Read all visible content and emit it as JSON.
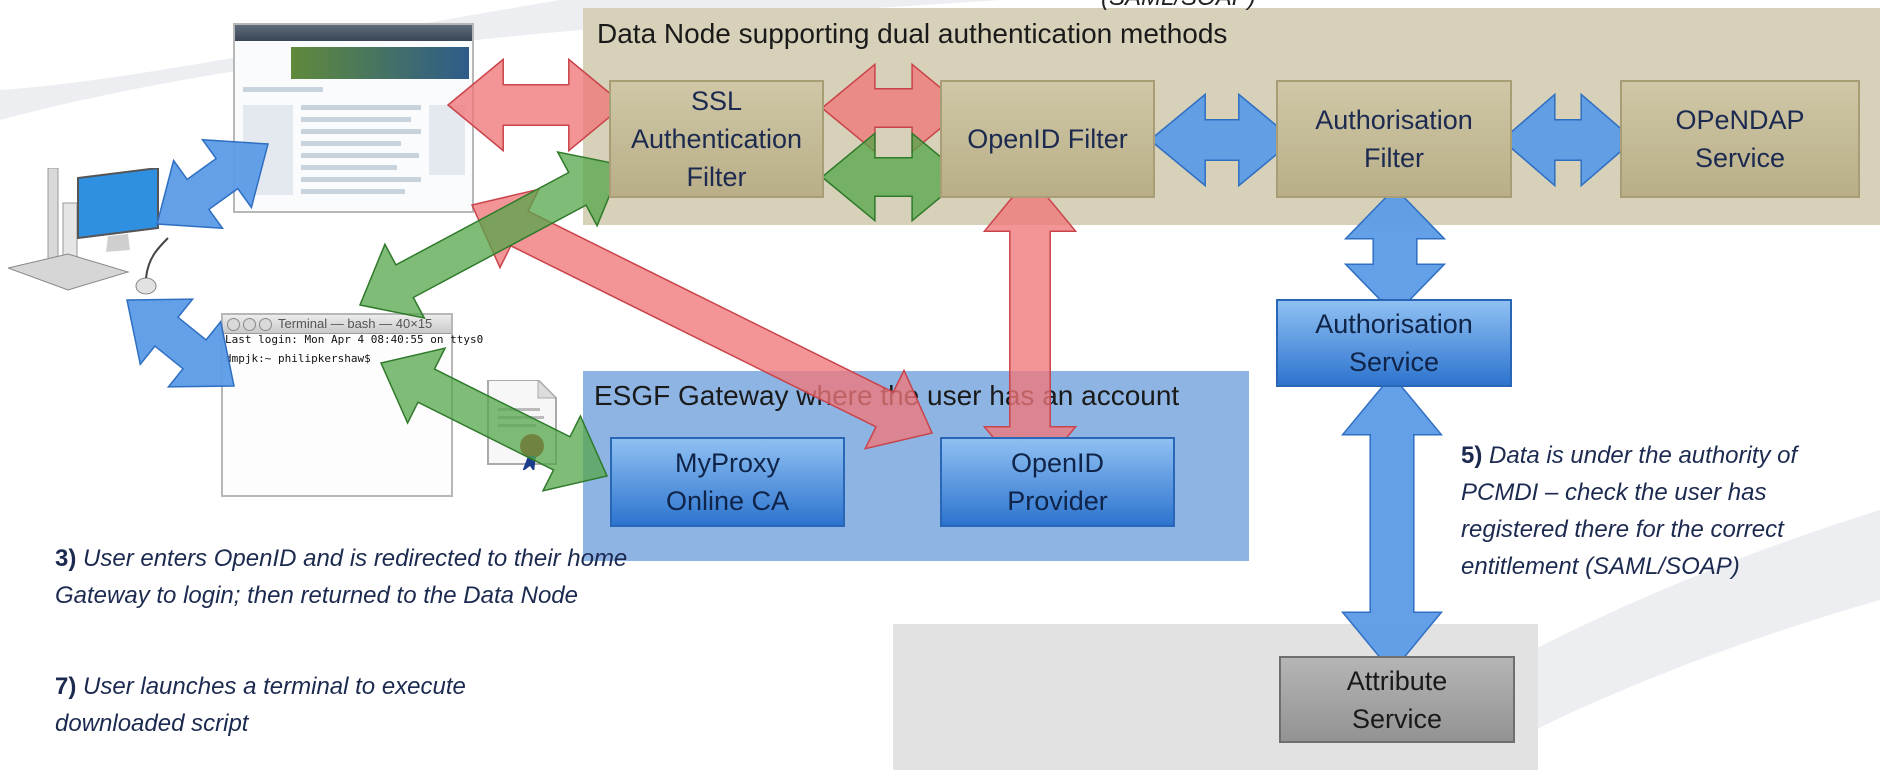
{
  "panels": {
    "data_node_title": "Data Node supporting dual authentication methods",
    "esgf_title": "ESGF Gateway where the user has an account",
    "top_cut_text": "(SAML/SOAP)"
  },
  "boxes": {
    "ssl_filter": [
      "SSL",
      "Authentication",
      "Filter"
    ],
    "openid_filter": [
      "OpenID Filter"
    ],
    "authorisation_filter": [
      "Authorisation",
      "Filter"
    ],
    "opendap_service": [
      "OPeNDAP",
      "Service"
    ],
    "authorisation_service": [
      "Authorisation",
      "Service"
    ],
    "myproxy": [
      "MyProxy",
      "Online CA"
    ],
    "openid_provider": [
      "OpenID",
      "Provider"
    ],
    "attribute_service": [
      "Attribute",
      "Service"
    ]
  },
  "notes": {
    "note3_num": "3)",
    "note3_text": "User enters OpenID and is redirected to their home Gateway to login; then returned to the Data Node",
    "note7_num": "7)",
    "note7_text": "User launches a terminal to execute downloaded script",
    "note5_num": "5)",
    "note5_text": "Data is under the authority of PCMDI – check the user has registered there for the correct entitlement (SAML/SOAP)"
  },
  "terminal": {
    "title": "Terminal — bash — 40×15",
    "login_line": "Last login: Mon Apr  4 08:40:55 on ttys0",
    "prompt_line": "dmpjk:~ philipkershaw$ "
  },
  "colors": {
    "data_node_panel": "#d7d1b9",
    "esgf_panel": "#8eb4e3",
    "attribute_panel": "#e2e2e2",
    "red_arrow": "#f0777a",
    "green_arrow": "#54a64a",
    "blue_arrow": "#5b9be6"
  },
  "icons": [
    "computer-icon",
    "browser-screenshot",
    "terminal-window",
    "certificate-icon"
  ]
}
